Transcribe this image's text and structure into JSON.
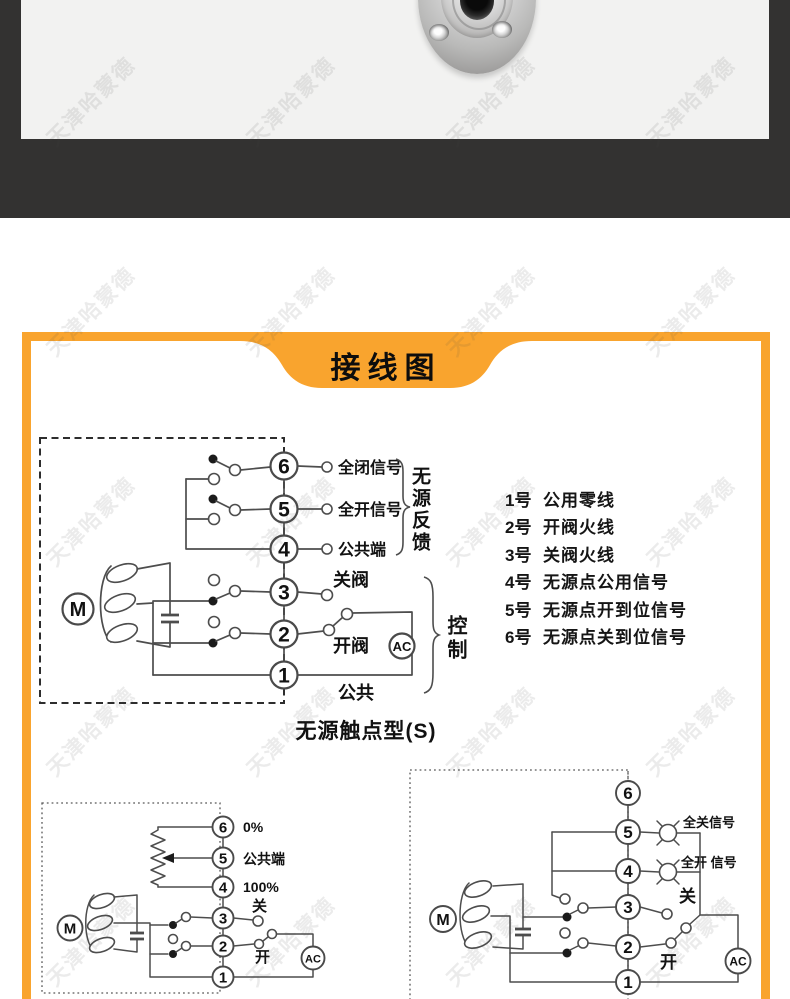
{
  "watermark": {
    "text": "天津哈蒙德"
  },
  "header": {
    "title": "接线图"
  },
  "diagram_passive": {
    "motor": "M",
    "ac": "AC",
    "terminals": [
      "6",
      "5",
      "4",
      "3",
      "2",
      "1"
    ],
    "t6_label": "全闭信号",
    "t5_label": "全开信号",
    "t4_label": "公共端",
    "t3_label": "关阀",
    "t2_label": "开阀",
    "t1_label": "公共",
    "bracket_feedback": "无源反馈",
    "bracket_control": "控制",
    "caption": "无源触点型(S)"
  },
  "terminal_notes": {
    "items": [
      {
        "no": "1号",
        "desc": "公用零线"
      },
      {
        "no": "2号",
        "desc": "开阀火线"
      },
      {
        "no": "3号",
        "desc": "关阀火线"
      },
      {
        "no": "4号",
        "desc": "无源点公用信号"
      },
      {
        "no": "5号",
        "desc": "无源点开到位信号"
      },
      {
        "no": "6号",
        "desc": "无源点关到位信号"
      }
    ]
  },
  "diagram_pot": {
    "motor": "M",
    "ac": "AC",
    "terminals": [
      "6",
      "5",
      "4",
      "3",
      "2",
      "1"
    ],
    "t6_label": "0%",
    "t5_label": "公共端",
    "t4_label": "100%",
    "t3_label": "关",
    "t2_label": "开"
  },
  "diagram_lamp": {
    "motor": "M",
    "ac": "AC",
    "terminals": [
      "6",
      "5",
      "4",
      "3",
      "2",
      "1"
    ],
    "t5_label": "全关信号",
    "t4_label": "全开 信号",
    "t3_label": "关",
    "t2_label": "开"
  }
}
